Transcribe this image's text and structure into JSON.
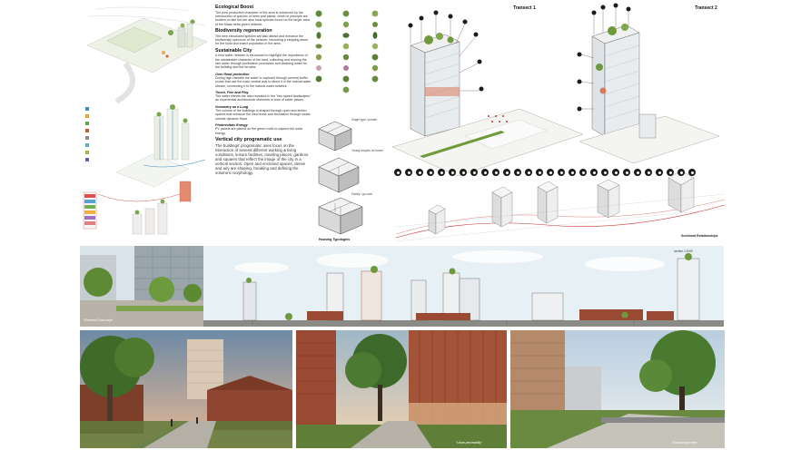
{
  "text_column": {
    "eco_boost": {
      "title": "Ecological Boost",
      "body": "The post productive character of the area is enhanced by the introduction of species of trees and plants, which in principle are evident on site but are also local species found on the larger area of the Maas delta green network."
    },
    "biodiversity": {
      "title": "Biodiversity regeneration",
      "body": "The new introduced species will also attract and enhance the biodiversity spectrum of the network, becoming a stepping stone for the local and insect population in the area."
    },
    "sustainable": {
      "title": "Sustainable City",
      "intro": "A new water network is introduced to highlight the importance of the sustainable character of the land, collecting and reusing the rain water through purification processes and cleaning water for the building and the terrains.",
      "h_flood": "Over flood protection",
      "flood": "During high rainfalls the water is captured through several buffer zones that use the main central axis to direct it in the natural water stream, connecting it to the natural water network.",
      "h_touch": "Touch, Feel and Play",
      "touch": "The water streets are also revealed in the \"two speed landscapes\" as experiential architectonic elements in form of water places.",
      "h_volume": "Volumetry as a Lung",
      "volume": "The volume of the buildings is shaped through open and atrium spaces that enhance the wind flows and circulation through inside-outside dynamic flows.",
      "h_pv": "Photovoltaic Energy",
      "pv": "PV panels are placed on the green roofs to capture the solar energy."
    },
    "vertical": {
      "title": "Vertical city programatic use",
      "body": "The buildings' programatic uses focus on the interaction of several different working & living conditions, leisure facilities, meeting places, gardens and squares that reflect the image of the city in a vertical section. Open and enclosed spaces, dense and airy are shaping, breaking and defining the volume's morphology."
    }
  },
  "housing": {
    "single": "Single type / private",
    "young": "Young couples /at home/",
    "family": "Family / go-cant",
    "caption": "Housing Typologies"
  },
  "transects": {
    "t1": "Transect 1",
    "t2": "Transect 2",
    "sectional": "Sectional Relationships"
  },
  "strip": {
    "scale": "section 1:1000",
    "caption": "\"Elevated Greenscape\""
  },
  "renders": {
    "r2_caption": "\"Urban permeability\"",
    "r3_caption": "\"Elevated greenery\""
  },
  "colors": {
    "accent_red": "#c8322d",
    "green": "#6f9a3c",
    "brick": "#9a4a33",
    "sky": "#cfdfe8"
  }
}
